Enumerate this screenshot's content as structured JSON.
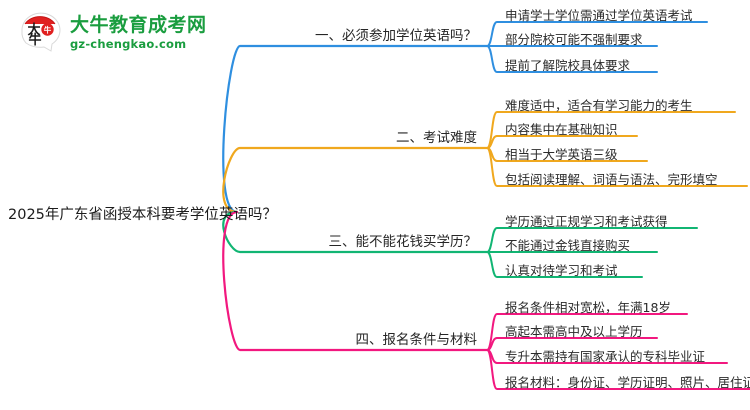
{
  "logo": {
    "mark_name": "daniu-bull-logo",
    "title": "大牛教育成考网",
    "subtitle": "gz-chengkao.com",
    "brand_color": "#1a9d3f",
    "mark_red": "#e02020"
  },
  "mindmap": {
    "root": {
      "label": "2025年广东省函授本科要考学位英语吗？"
    },
    "branches": [
      {
        "id": "branch-1",
        "label": "一、必须参加学位英语吗？",
        "color": "#2f8fe0",
        "leaves": [
          "申请学士学位需通过学位英语考试",
          "部分院校可能不强制要求",
          "提前了解院校具体要求"
        ]
      },
      {
        "id": "branch-2",
        "label": "二、考试难度",
        "color": "#f0a81e",
        "leaves": [
          "难度适中，适合有学习能力的考生",
          "内容集中在基础知识",
          "相当于大学英语三级",
          "包括阅读理解、词语与语法、完形填空"
        ]
      },
      {
        "id": "branch-3",
        "label": "三、能不能花钱买学历？",
        "color": "#11b573",
        "leaves": [
          "学历通过正规学习和考试获得",
          "不能通过金钱直接购买",
          "认真对待学习和考试"
        ]
      },
      {
        "id": "branch-4",
        "label": "四、报名条件与材料",
        "color": "#f2187f",
        "leaves": [
          "报名条件相对宽松，年满18岁",
          "高起本需高中及以上学历",
          "专升本需持有国家承认的专科毕业证",
          "报名材料：身份证、学历证明、照片、居住证明"
        ]
      }
    ]
  }
}
